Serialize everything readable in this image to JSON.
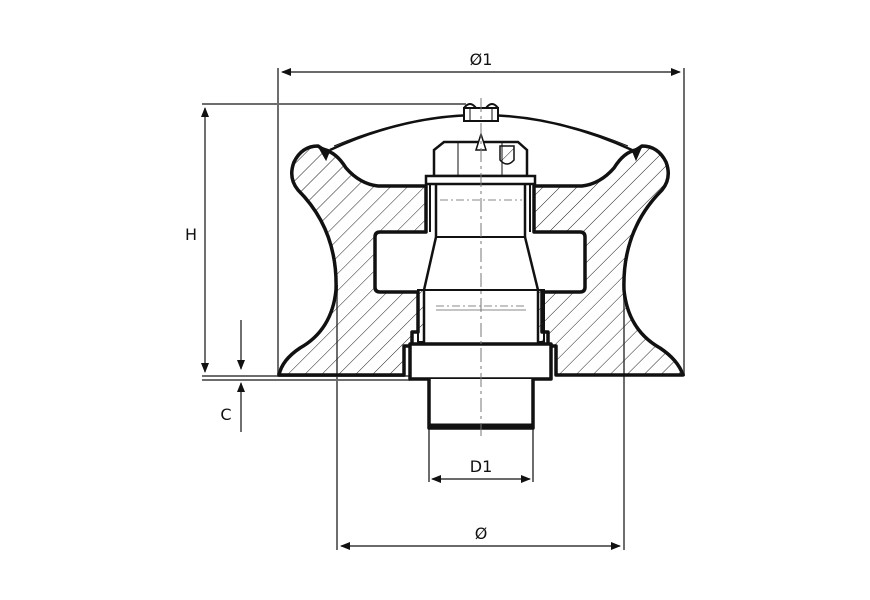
{
  "labels": {
    "outer_diameter": "Ø1",
    "base_diameter": "Ø",
    "height": "H",
    "clearance": "C",
    "shaft_diameter": "D1"
  },
  "colors": {
    "outline": "#111111",
    "dimension_line": "#6d6d6d",
    "hatch": "#222222",
    "background": "#ffffff"
  }
}
